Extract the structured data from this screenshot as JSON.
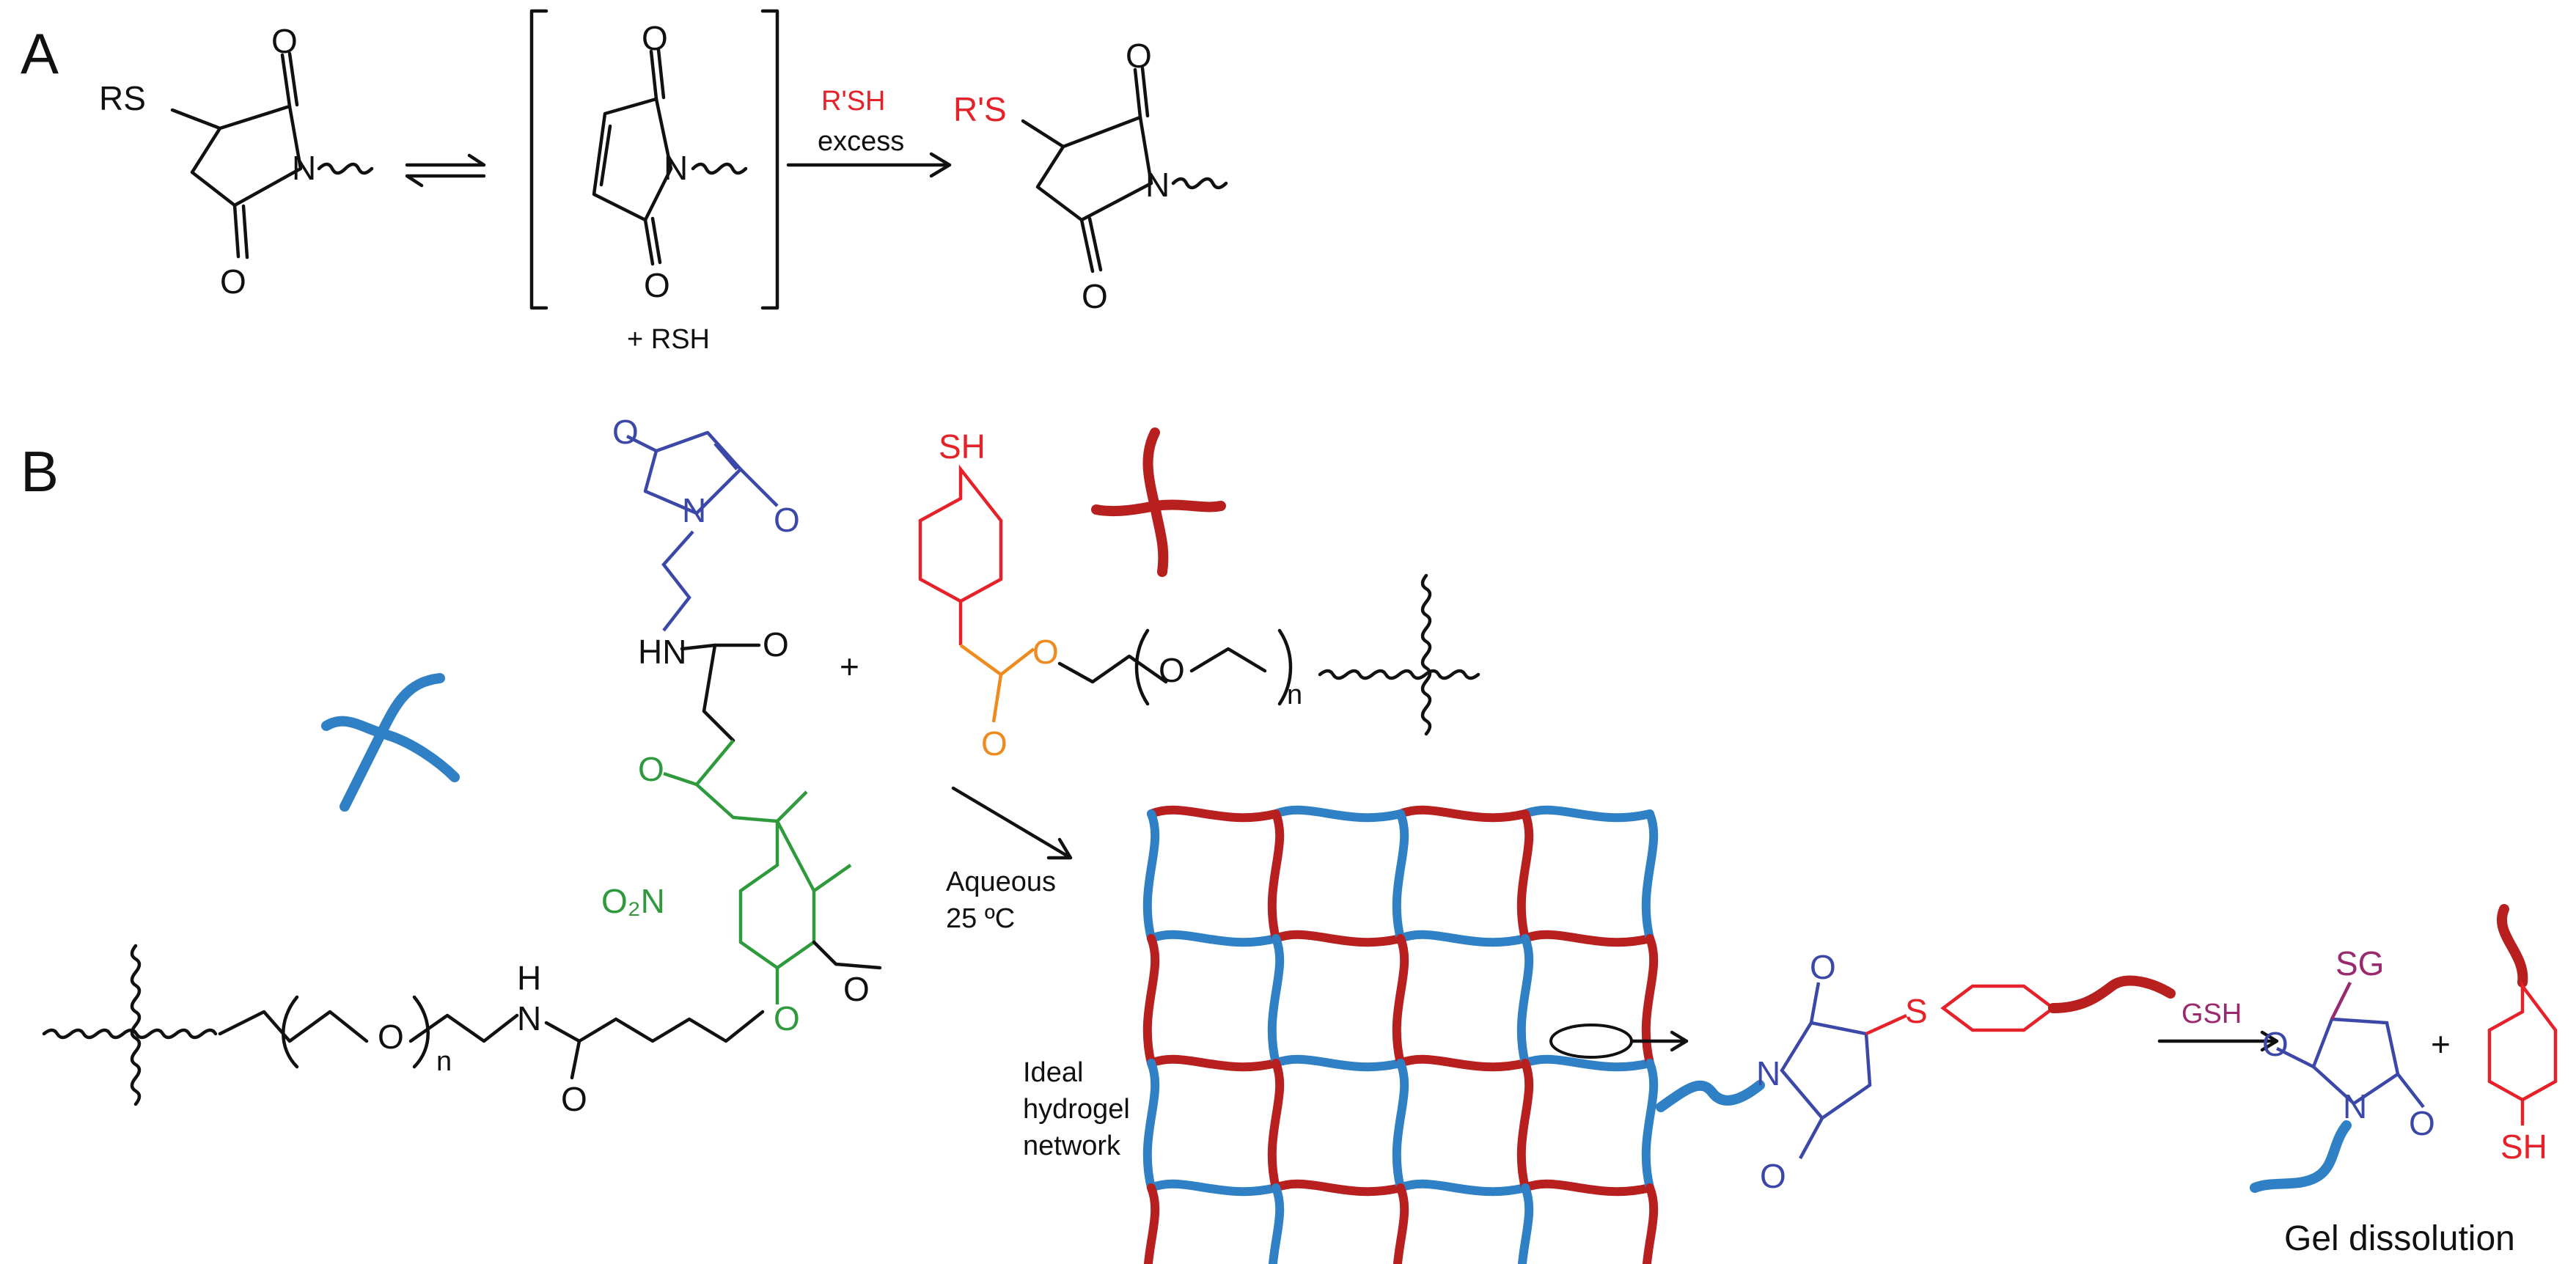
{
  "colors": {
    "black": "#111111",
    "red": "#e5222a",
    "blue": "#3b48a8",
    "green": "#2e9a3c",
    "orange": "#ef8a1e",
    "purple": "#9a2a6e",
    "strand_blue": "#2f80c4",
    "strand_red": "#b7201f"
  },
  "panel_a": {
    "letter": "A",
    "reactant_substituent": "RS",
    "oxygen": "O",
    "nitrogen": "N",
    "intermediate_byproduct": "+ RSH",
    "reagent_thiol": "R'SH",
    "reagent_condition": "excess",
    "product_substituent": "R'S"
  },
  "panel_b": {
    "letter": "B",
    "plus": "+",
    "maleimide_amide_nh": "HN",
    "nitro_group": "O₂N",
    "peg_repeat_oxygen": "O",
    "repeat_n": "n",
    "amide_h": "H",
    "amide_n": "N",
    "thiol_sh": "SH",
    "conditions_line1": "Aqueous",
    "conditions_line2": "25 ºC",
    "network_line1": "Ideal",
    "network_line2": "hydrogel",
    "network_line3": "network",
    "adduct_sulfur": "S",
    "reagent_gsh": "GSH",
    "product_sg": "SG",
    "product_sh": "SH",
    "result_label": "Gel dissolution"
  }
}
